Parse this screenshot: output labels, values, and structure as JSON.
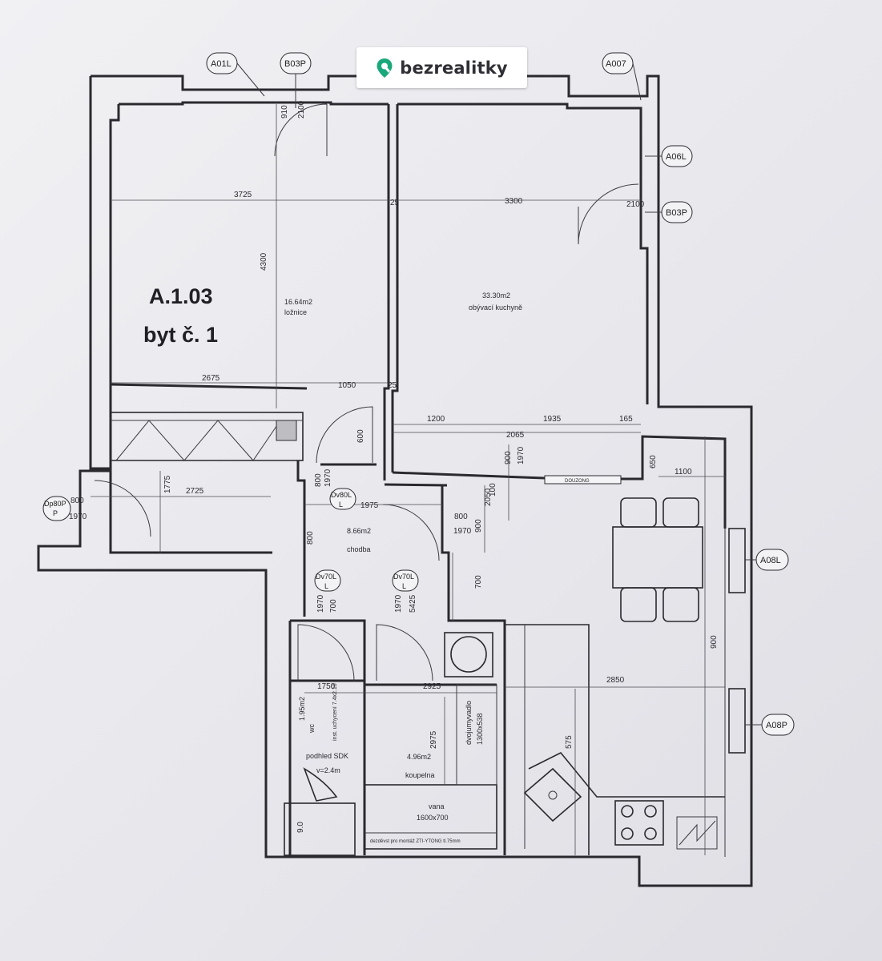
{
  "brand": {
    "name": "bezrealitky",
    "accent": "#1aa87a",
    "icon": "map-pin-icon"
  },
  "unit": {
    "code": "A.1.03",
    "name": "byt č. 1"
  },
  "rooms": [
    {
      "area": "16.64m2",
      "name": "ložnice"
    },
    {
      "area": "33.30m2",
      "name": "obývací kuchyně"
    },
    {
      "area": "8.66m2",
      "name": "chodba"
    },
    {
      "area": "4.96m2",
      "name": "koupelna"
    },
    {
      "area": "1.95m2",
      "name": "wc"
    }
  ],
  "window_tags": [
    "A01L",
    "B03P",
    "A007",
    "A06L",
    "B03P",
    "A08L",
    "A08P"
  ],
  "door_tags": [
    "Dv80L",
    "Dv70L",
    "Dv70L",
    "Dp80P"
  ],
  "dimensions": [
    "910",
    "2100",
    "3725",
    "25",
    "3300",
    "4300",
    "2675",
    "1050",
    "25",
    "1200",
    "1935",
    "165",
    "2065",
    "600",
    "800",
    "1970",
    "900",
    "1970",
    "650",
    "1100",
    "1775",
    "2725",
    "800",
    "1970",
    "1975",
    "800",
    "1970",
    "900",
    "100",
    "2050",
    "800",
    "700",
    "1970",
    "700",
    "1970",
    "5425",
    "900",
    "1750",
    "2925",
    "2850",
    "2975",
    "575",
    "9.0",
    "2100"
  ],
  "annotations": {
    "entry_door": "1970",
    "sdk_ceiling_1": "podhled SDK",
    "sdk_ceiling_2": "v=2.4m",
    "bath": "vana",
    "bath_size": "1600x700",
    "wall_note": "dezděvst pro montáž ZTI-YTONG tl.75mm",
    "shower_label": "dvojumyvadlo",
    "shower_size": "1300x538",
    "installation": "inst. uchycení 7.4x2.10",
    "window_sill": "DOUZONG"
  }
}
